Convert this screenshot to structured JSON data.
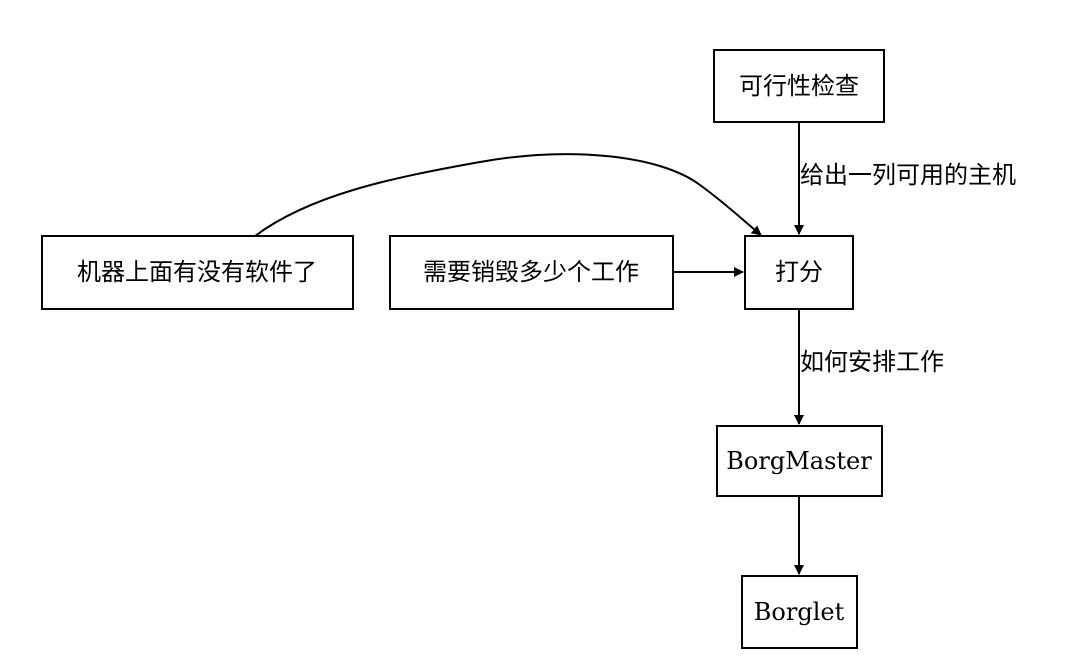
{
  "colors": {
    "stroke": "#000000",
    "background": "#ffffff",
    "text": "#000000"
  },
  "nodes": {
    "feasibility": {
      "label": "可行性检查"
    },
    "software": {
      "label": "机器上面有没有软件了"
    },
    "preempt": {
      "label": "需要销毁多少个工作"
    },
    "scoring": {
      "label": "打分"
    },
    "borgmaster": {
      "label": "BorgMaster"
    },
    "borglet": {
      "label": "Borglet"
    }
  },
  "edges": [
    {
      "from": "feasibility",
      "to": "scoring",
      "label": "给出一列可用的主机"
    },
    {
      "from": "software",
      "to": "scoring",
      "label": ""
    },
    {
      "from": "preempt",
      "to": "scoring",
      "label": ""
    },
    {
      "from": "scoring",
      "to": "borgmaster",
      "label": "如何安排工作"
    },
    {
      "from": "borgmaster",
      "to": "borglet",
      "label": ""
    }
  ]
}
